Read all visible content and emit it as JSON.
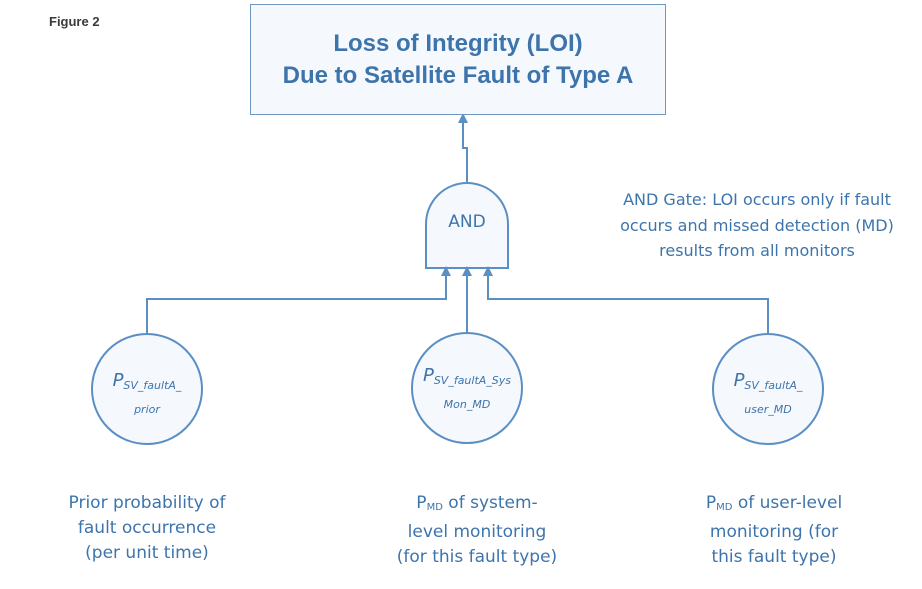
{
  "figure_label": "Figure 2",
  "top_event": {
    "line1": "Loss of Integrity (LOI)",
    "line2": "Due to Satellite Fault of Type A"
  },
  "gate": {
    "label": "AND",
    "note_line1": "AND Gate:  LOI occurs only if fault",
    "note_line2": "occurs and missed detection (MD)",
    "note_line3": "results from all monitors"
  },
  "events": [
    {
      "symbol": "P",
      "subscript_line1": "SV_faultA_",
      "subscript_line2": "prior",
      "caption_line1": "Prior probability of",
      "caption_line2": "fault occurrence",
      "caption_line3": "(per unit time)"
    },
    {
      "symbol": "P",
      "subscript_line1": "SV_faultA_Sys",
      "subscript_line2": "Mon_MD",
      "caption_p": "P",
      "caption_sub": "MD",
      "caption_line1_rest": " of system-",
      "caption_line2": "level monitoring",
      "caption_line3": "(for this fault type)"
    },
    {
      "symbol": "P",
      "subscript_line1": "SV_faultA_",
      "subscript_line2": "user_MD",
      "caption_p": "P",
      "caption_sub": "MD",
      "caption_line1_rest": " of user-level",
      "caption_line2": "monitoring (for",
      "caption_line3": "this fault type)"
    }
  ],
  "colors": {
    "stroke": "#5b8fc4",
    "text": "#3d74ac",
    "fill": "#f5f9fd"
  }
}
